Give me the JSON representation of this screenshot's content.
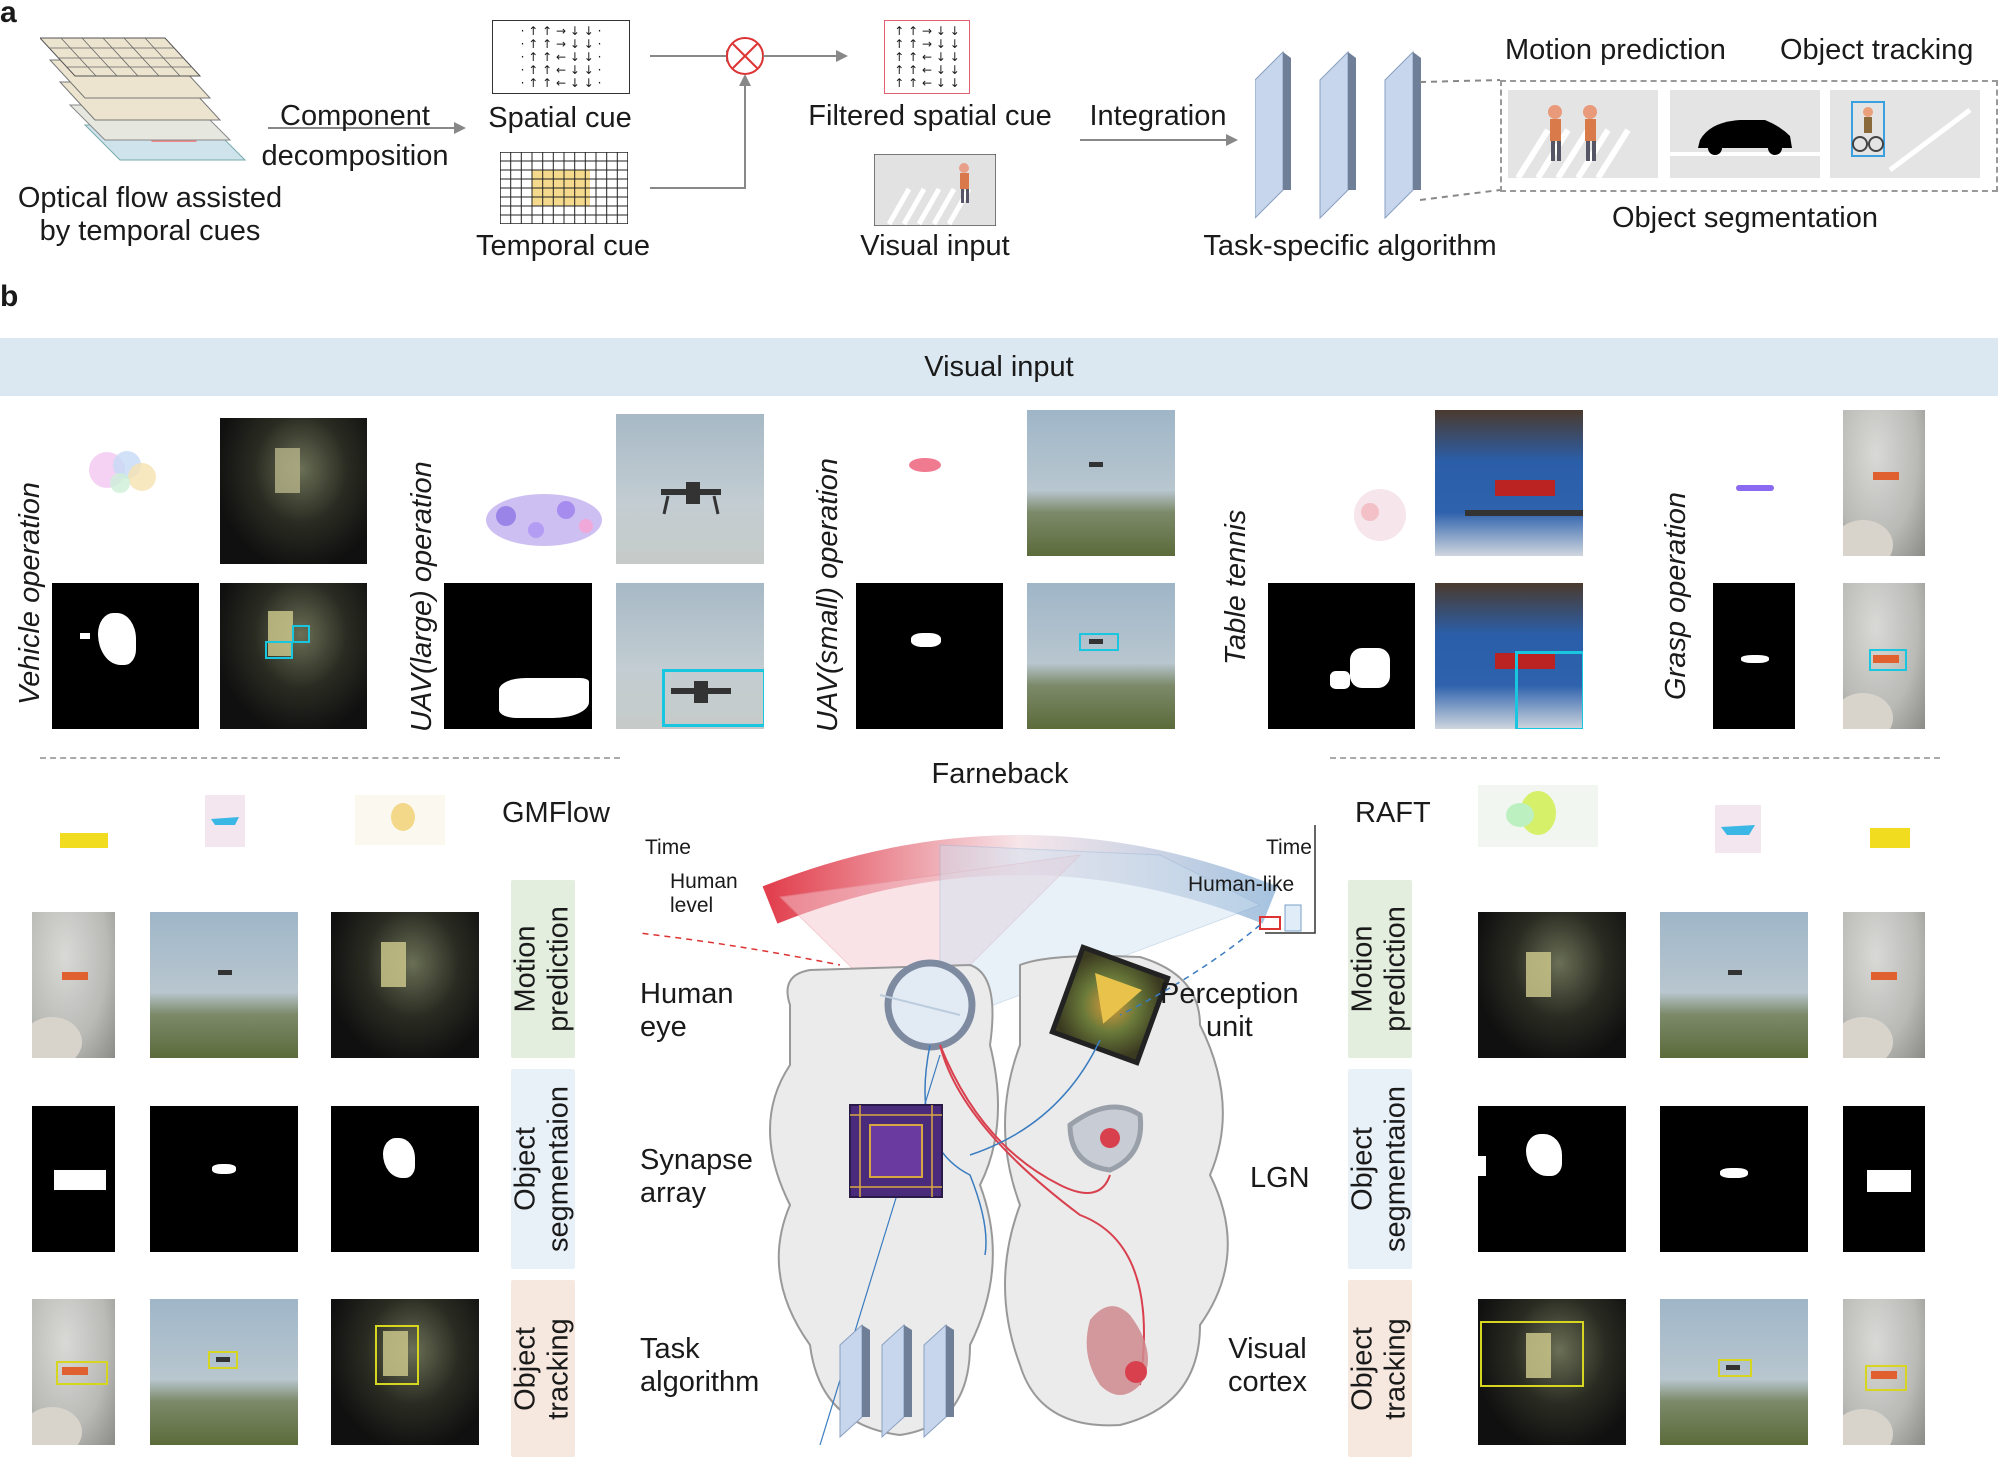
{
  "panel_a": {
    "letter": "a",
    "optical_flow_label": "Optical flow assisted\nby temporal cues",
    "component_label": "Component",
    "decomposition_label": "decomposition",
    "spatial_cue": "Spatial cue",
    "temporal_cue": "Temporal cue",
    "filtered_spatial_cue": "Filtered spatial cue",
    "visual_input": "Visual input",
    "integration": "Integration",
    "task_specific_algorithm": "Task-specific algorithm",
    "motion_prediction": "Motion prediction",
    "object_tracking": "Object tracking",
    "object_segmentation": "Object segmentation"
  },
  "panel_b": {
    "letter": "b",
    "banner": "Visual input",
    "scenarios": [
      {
        "label": "Vehicle operation"
      },
      {
        "label": "UAV(large) operation"
      },
      {
        "label": "UAV(small) operation"
      },
      {
        "label": "Table tennis"
      },
      {
        "label": "Grasp operation"
      }
    ],
    "farneback": "Farneback",
    "gmflow": "GMFlow",
    "raft": "RAFT",
    "row_tags": [
      "Motion\nprediction",
      "Object\nsegmentaion",
      "Object\ntracking"
    ],
    "colors": {
      "motion_tag": "#e3eedf",
      "segmentation_tag": "#e8f1f8",
      "tracking_tag": "#f6e8df",
      "banner": "#dbe8f2",
      "bbox_cyan": "#19c6e0",
      "bbox_yellow": "#d6d620",
      "accent_red": "#e2404e",
      "accent_blue": "#3a7cc0"
    },
    "center": {
      "time_left": "Time",
      "human_level": "Human\nlevel",
      "time_right": "Time",
      "human_like": "Human-like",
      "human_eye": "Human\neye",
      "perception_unit": "Perception\nunit",
      "synapse_array": "Synapse\narray",
      "lgn": "LGN",
      "task_algorithm": "Task\nalgorithm",
      "visual_cortex": "Visual\ncortex"
    }
  }
}
